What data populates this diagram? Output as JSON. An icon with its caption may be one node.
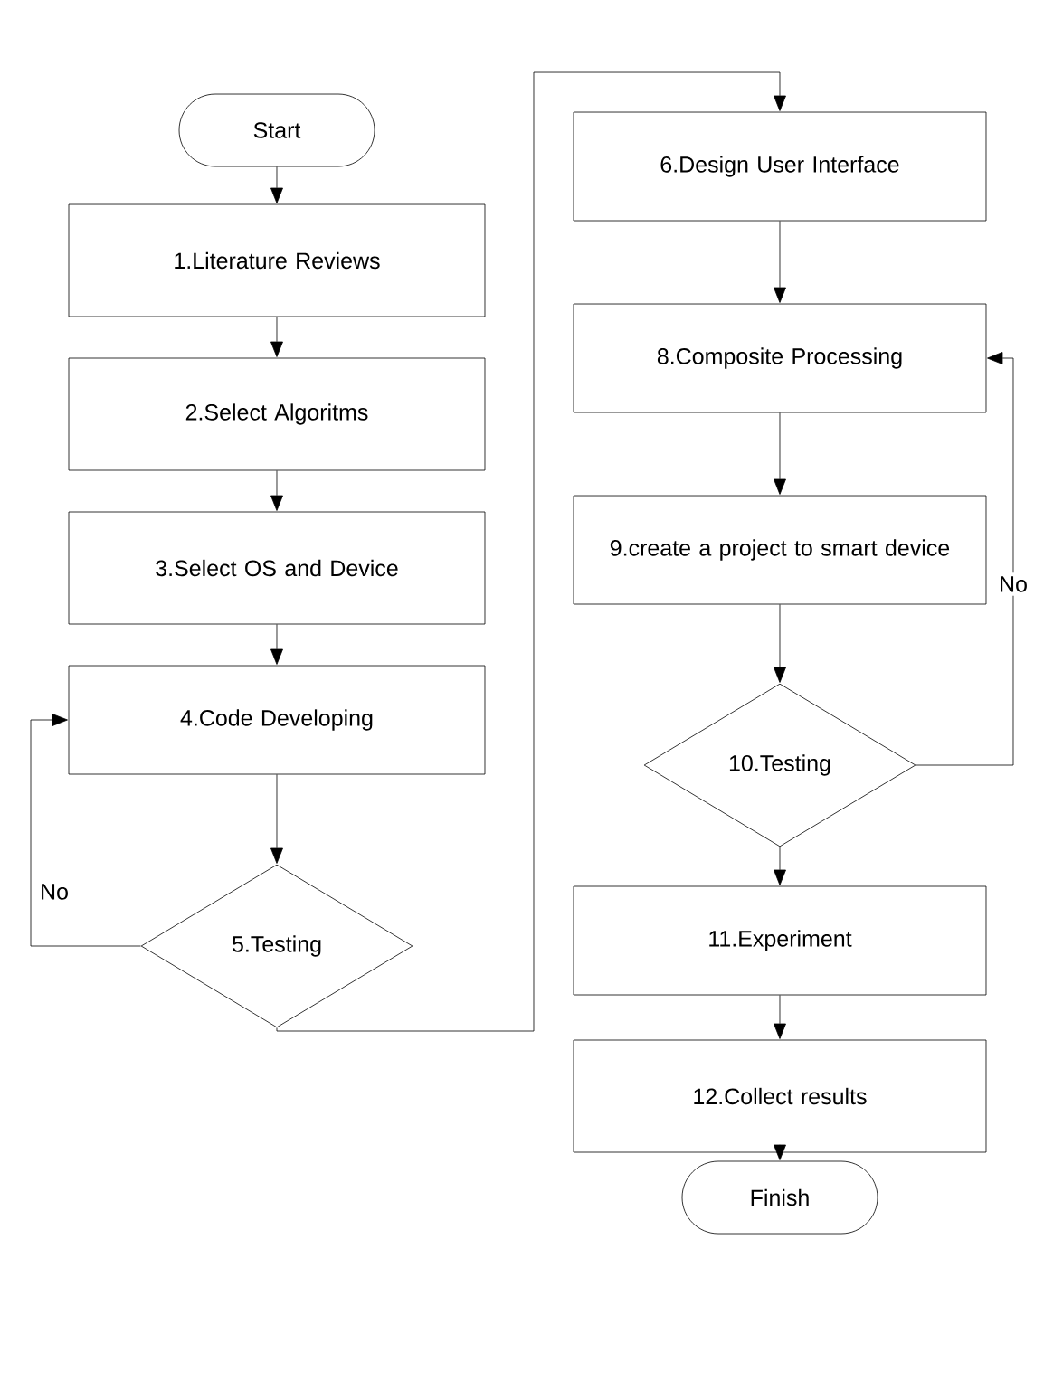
{
  "diagram": {
    "nodes": [
      {
        "text": [
          "Start"
        ]
      },
      {
        "text": [
          "1.Literature Reviews"
        ]
      },
      {
        "text": [
          "2.Select Algoritms"
        ]
      },
      {
        "text": [
          "3.Select OS and Device"
        ]
      },
      {
        "text": [
          "4.Code Developing"
        ]
      },
      {
        "text": [
          "5.Testing"
        ]
      },
      {
        "text": [
          "6.Design User Interface"
        ]
      },
      {
        "text": [
          "8.Composite Processing"
        ]
      },
      {
        "text": [
          "9.create a project to smart device"
        ]
      },
      {
        "text": [
          "10.Testing"
        ]
      },
      {
        "text": [
          "11.Experiment"
        ]
      },
      {
        "text": [
          "12.Collect results"
        ]
      },
      {
        "text": [
          "Finish"
        ]
      }
    ],
    "edges": [
      {
        "from": 0,
        "to": 1,
        "arrow": "to"
      },
      {
        "from": 1,
        "to": 2,
        "arrow": "to"
      },
      {
        "from": 2,
        "to": 3,
        "arrow": "to"
      },
      {
        "from": 3,
        "to": 4,
        "arrow": "to"
      },
      {
        "from": 4,
        "to": 5,
        "arrow": "to"
      },
      {
        "from": 5,
        "to": 4,
        "label": "No",
        "arrow": "to"
      },
      {
        "from": 5,
        "to": 6,
        "arrow": "to"
      },
      {
        "from": 6,
        "to": 7,
        "arrow": "to"
      },
      {
        "from": 7,
        "to": 8,
        "arrow": "to"
      },
      {
        "from": 8,
        "to": 9,
        "arrow": "to"
      },
      {
        "from": 9,
        "to": 7,
        "label": "No",
        "arrow": "to"
      },
      {
        "from": 9,
        "to": 10,
        "arrow": "to"
      },
      {
        "from": 10,
        "to": 11,
        "arrow": "to"
      },
      {
        "from": 11,
        "to": 12,
        "arrow": "to"
      }
    ]
  }
}
